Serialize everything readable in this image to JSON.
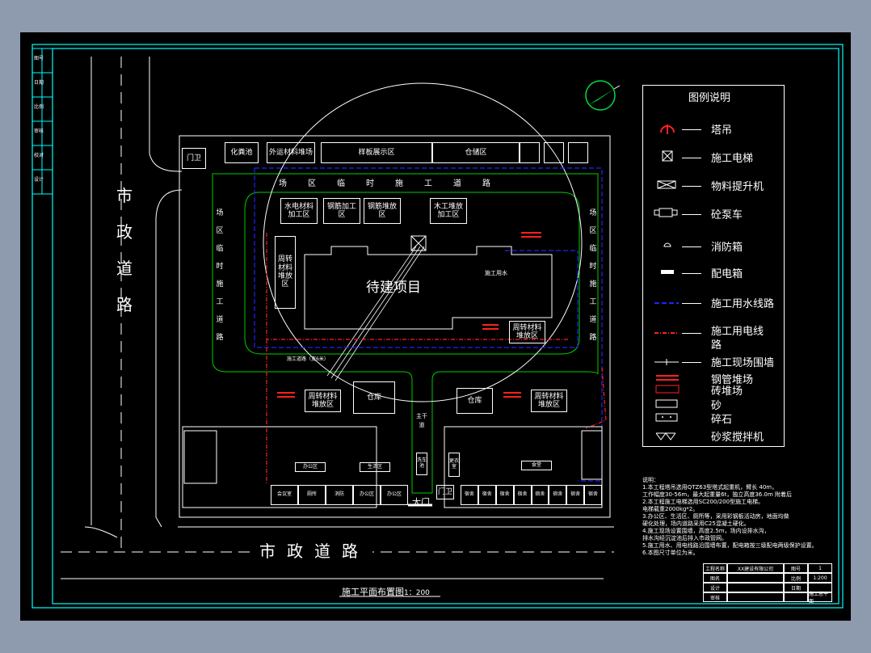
{
  "drawing": {
    "title": "施工平面布置图",
    "scale": "1：200",
    "project_label": "待建项目"
  },
  "roads": {
    "left_road": "市政道路",
    "bottom_road": "市政道路"
  },
  "temp_roads": {
    "top": [
      "场",
      "区",
      "临",
      "时",
      "施",
      "工",
      "道",
      "路"
    ],
    "left": "场区临时施工道路",
    "right": "场区临时施工道路"
  },
  "buildings": {
    "gate_guard_top": "门卫",
    "septic_tank": "化粪池",
    "outer_material": "外运材料堆场",
    "template_display": "样板展示区",
    "storage_area": "仓储区",
    "water_electric": "水电材料加工区",
    "rebar_a": "钢筋加工区",
    "rebar_b": "钢筋堆放区",
    "wood_work": "木工堆放加工区",
    "turnover_left": "周转材料堆放区",
    "turnover_right": "周转材料堆放区",
    "turnover_bl": "周转材料堆放区",
    "turnover_br": "周转材料堆放区",
    "warehouse_left": "仓库",
    "warehouse_right": "仓库",
    "main_gate": "大门",
    "gate_guard_bottom": "门卫",
    "bottom_road_note": "施工道路（宽6米）",
    "water_pipe_label": "施工用水",
    "main_road": "主干道",
    "wash": "洗车池",
    "changing": "更衣室",
    "toilet": "厕所",
    "office": "办公区",
    "living": "生活区",
    "dorm": "宿舍",
    "canteen": "食堂",
    "meeting": "会议室",
    "fire": "消防"
  },
  "sidebar_left": [
    "图号",
    "日期",
    "比例",
    "审核",
    "校对",
    "设计"
  ],
  "legend": {
    "title": "图例说明",
    "items": [
      {
        "label": "塔吊",
        "icon": "tower-crane-icon"
      },
      {
        "label": "施工电梯",
        "icon": "construction-elevator-icon"
      },
      {
        "label": "物料提升机",
        "icon": "material-hoist-icon"
      },
      {
        "label": "砼泵车",
        "icon": "concrete-pump-icon"
      },
      {
        "label": "消防箱",
        "icon": "fire-box-icon"
      },
      {
        "label": "配电箱",
        "icon": "distribution-box-icon"
      },
      {
        "label": "施工用水线路",
        "icon": "water-line-icon"
      },
      {
        "label": "施工用电线路",
        "icon": "power-line-icon"
      },
      {
        "label": "施工现场围墙",
        "icon": "site-wall-icon"
      },
      {
        "label": "钢管堆场",
        "icon": "steel-pipe-yard-icon"
      },
      {
        "label": "砖堆场",
        "icon": "brick-yard-icon"
      },
      {
        "label": "砂",
        "icon": "sand-icon"
      },
      {
        "label": "碎石",
        "icon": "gravel-icon"
      },
      {
        "label": "砂浆搅拌机",
        "icon": "mortar-mixer-icon"
      }
    ]
  },
  "notes": {
    "heading": "说明：",
    "lines": [
      "1.本工程塔吊选用QTZ63型塔式起重机，臂长 40m，",
      "  工作幅度30-56m，最大起重量6t，独立高度36.0m 附着后",
      "2.本工程施工电梯选用SC200/200型施工电梯。",
      "  电梯载重2000kg*2。",
      "3.办公区、生活区、厕所等，采用彩钢板活动房，地面均做",
      "  硬化处理，场内道路采用C25混凝土硬化。",
      "4.施工现场设置围墙，高度2.5m，场内设排水沟，",
      "  排水沟经沉淀池后排入市政管网。",
      "5.施工用水、用电线路沿围墙布置，配电箱按三级配电两级保护设置。",
      "6.本图尺寸单位为米。"
    ]
  },
  "title_block": {
    "company": "XX建设有限公司",
    "r1": [
      "工程名称",
      "",
      "图号",
      "1"
    ],
    "r2": [
      "图名",
      "",
      "比例",
      "1:200"
    ],
    "r3": [
      "设计",
      "",
      "日期",
      ""
    ],
    "r4": [
      "审核",
      "",
      "",
      "施工总平面"
    ]
  },
  "colors": {
    "background": "#000000",
    "frame": "#00ffff",
    "road_outline": "#ffffff",
    "temp_road": "#00cc00",
    "water_line": "#2222ff",
    "power_line": "#ff2020",
    "crane": "#ff2020",
    "north_arrow": "#00dd44"
  }
}
